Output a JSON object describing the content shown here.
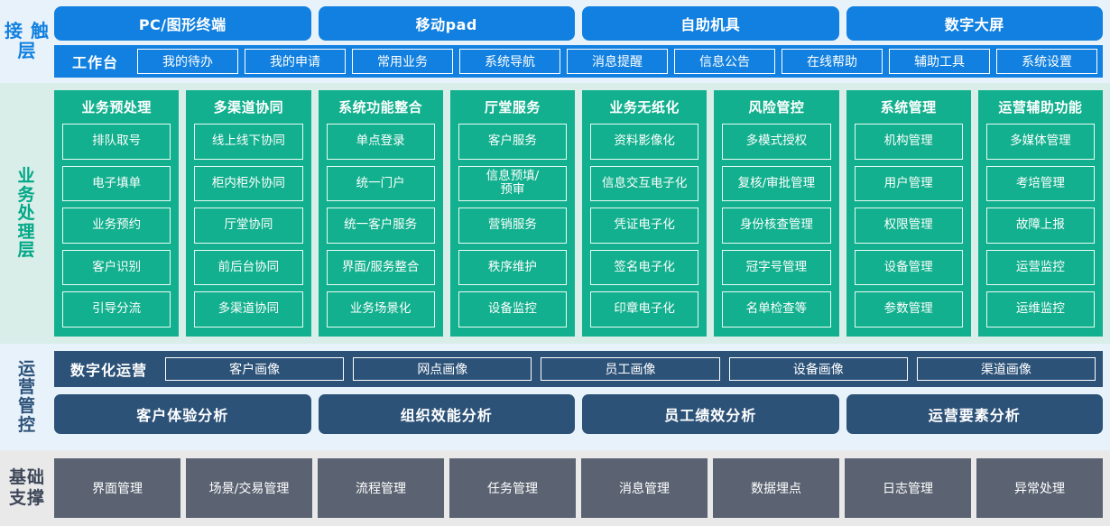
{
  "layers": {
    "contact": {
      "label": "接触层",
      "label_chars": [
        "接",
        "触",
        "层"
      ],
      "channels": [
        "PC/图形终端",
        "移动pad",
        "自助机具",
        "数字大屏"
      ],
      "workbench_label": "工作台",
      "menu_items": [
        "我的待办",
        "我的申请",
        "常用业务",
        "系统导航",
        "消息提醒",
        "信息公告",
        "在线帮助",
        "辅助工具",
        "系统设置"
      ]
    },
    "business": {
      "label": "业务处理层",
      "label_chars": [
        "业",
        "务",
        "处",
        "理",
        "层"
      ],
      "columns": [
        {
          "title": "业务预处理",
          "items": [
            "排队取号",
            "电子填单",
            "业务预约",
            "客户识别",
            "引导分流"
          ]
        },
        {
          "title": "多渠道协同",
          "items": [
            "线上线下协同",
            "柜内柜外协同",
            "厅堂协同",
            "前后台协同",
            "多渠道协同"
          ]
        },
        {
          "title": "系统功能整合",
          "items": [
            "单点登录",
            "统一门户",
            "统一客户服务",
            "界面/服务整合",
            "业务场景化"
          ]
        },
        {
          "title": "厅堂服务",
          "items": [
            "客户服务",
            "信息预填/\n预审",
            "营销服务",
            "秩序维护",
            "设备监控"
          ]
        },
        {
          "title": "业务无纸化",
          "items": [
            "资料影像化",
            "信息交互电子化",
            "凭证电子化",
            "签名电子化",
            "印章电子化"
          ]
        },
        {
          "title": "风险管控",
          "items": [
            "多模式授权",
            "复核/审批管理",
            "身份核查管理",
            "冠字号管理",
            "名单检查等"
          ]
        },
        {
          "title": "系统管理",
          "items": [
            "机构管理",
            "用户管理",
            "权限管理",
            "设备管理",
            "参数管理"
          ]
        },
        {
          "title": "运营辅助功能",
          "items": [
            "多媒体管理",
            "考培管理",
            "故障上报",
            "运营监控",
            "运维监控"
          ]
        }
      ]
    },
    "operations": {
      "label": "运营管控",
      "label_chars": [
        "运",
        "营",
        "管",
        "控"
      ],
      "digital_ops_label": "数字化运营",
      "portraits": [
        "客户画像",
        "网点画像",
        "员工画像",
        "设备画像",
        "渠道画像"
      ],
      "analyses": [
        "客户体验分析",
        "组织效能分析",
        "员工绩效分析",
        "运营要素分析"
      ]
    },
    "foundation": {
      "label": "基础支撑",
      "label_lines": [
        "基础",
        "支撑"
      ],
      "items": [
        "界面管理",
        "场景/交易管理",
        "流程管理",
        "任务管理",
        "消息管理",
        "数据埋点",
        "日志管理",
        "异常处理"
      ]
    }
  },
  "colors": {
    "contact_bg": "#e8f2fb",
    "contact_accent": "#1180e0",
    "business_bg": "#d9eee8",
    "business_accent": "#12b08e",
    "operations_bg": "#e8f2fb",
    "operations_accent": "#2c5278",
    "foundation_bg": "#e9e9ea",
    "foundation_accent": "#5b6372"
  }
}
